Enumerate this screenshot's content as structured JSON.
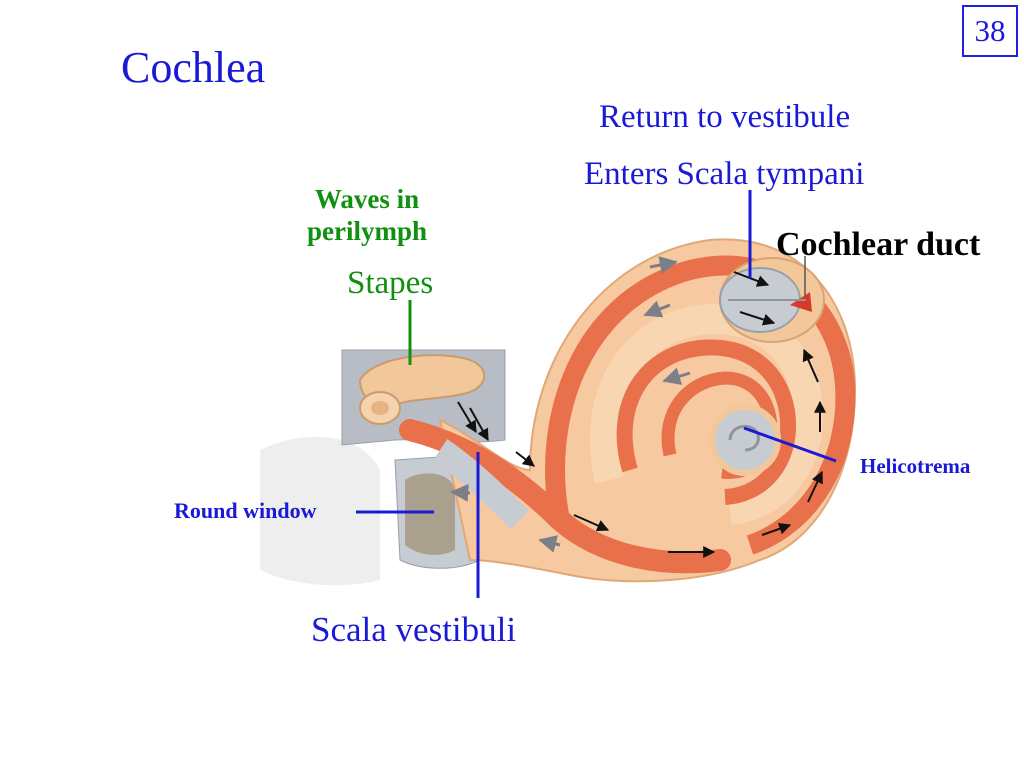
{
  "page_number": "38",
  "title": "Cochlea",
  "labels": {
    "return_to_vestibule": "Return to vestibule",
    "enters_scala_tympani": "Enters Scala tympani",
    "cochlear_duct": "Cochlear duct",
    "waves_in_perilymph": "Waves in perilymph",
    "stapes": "Stapes",
    "helicotrema": "Helicotrema",
    "round_window": "Round window",
    "scala_vestibuli": "Scala vestibuli"
  },
  "colors": {
    "title_blue": "#1a1ad6",
    "label_green": "#109010",
    "leader_blue": "#1a1ad6",
    "leader_green": "#109010",
    "cochlea_tan": "#f7c9a0",
    "scala_orange": "#e8704a",
    "bone_gray": "#b8bcc4"
  }
}
